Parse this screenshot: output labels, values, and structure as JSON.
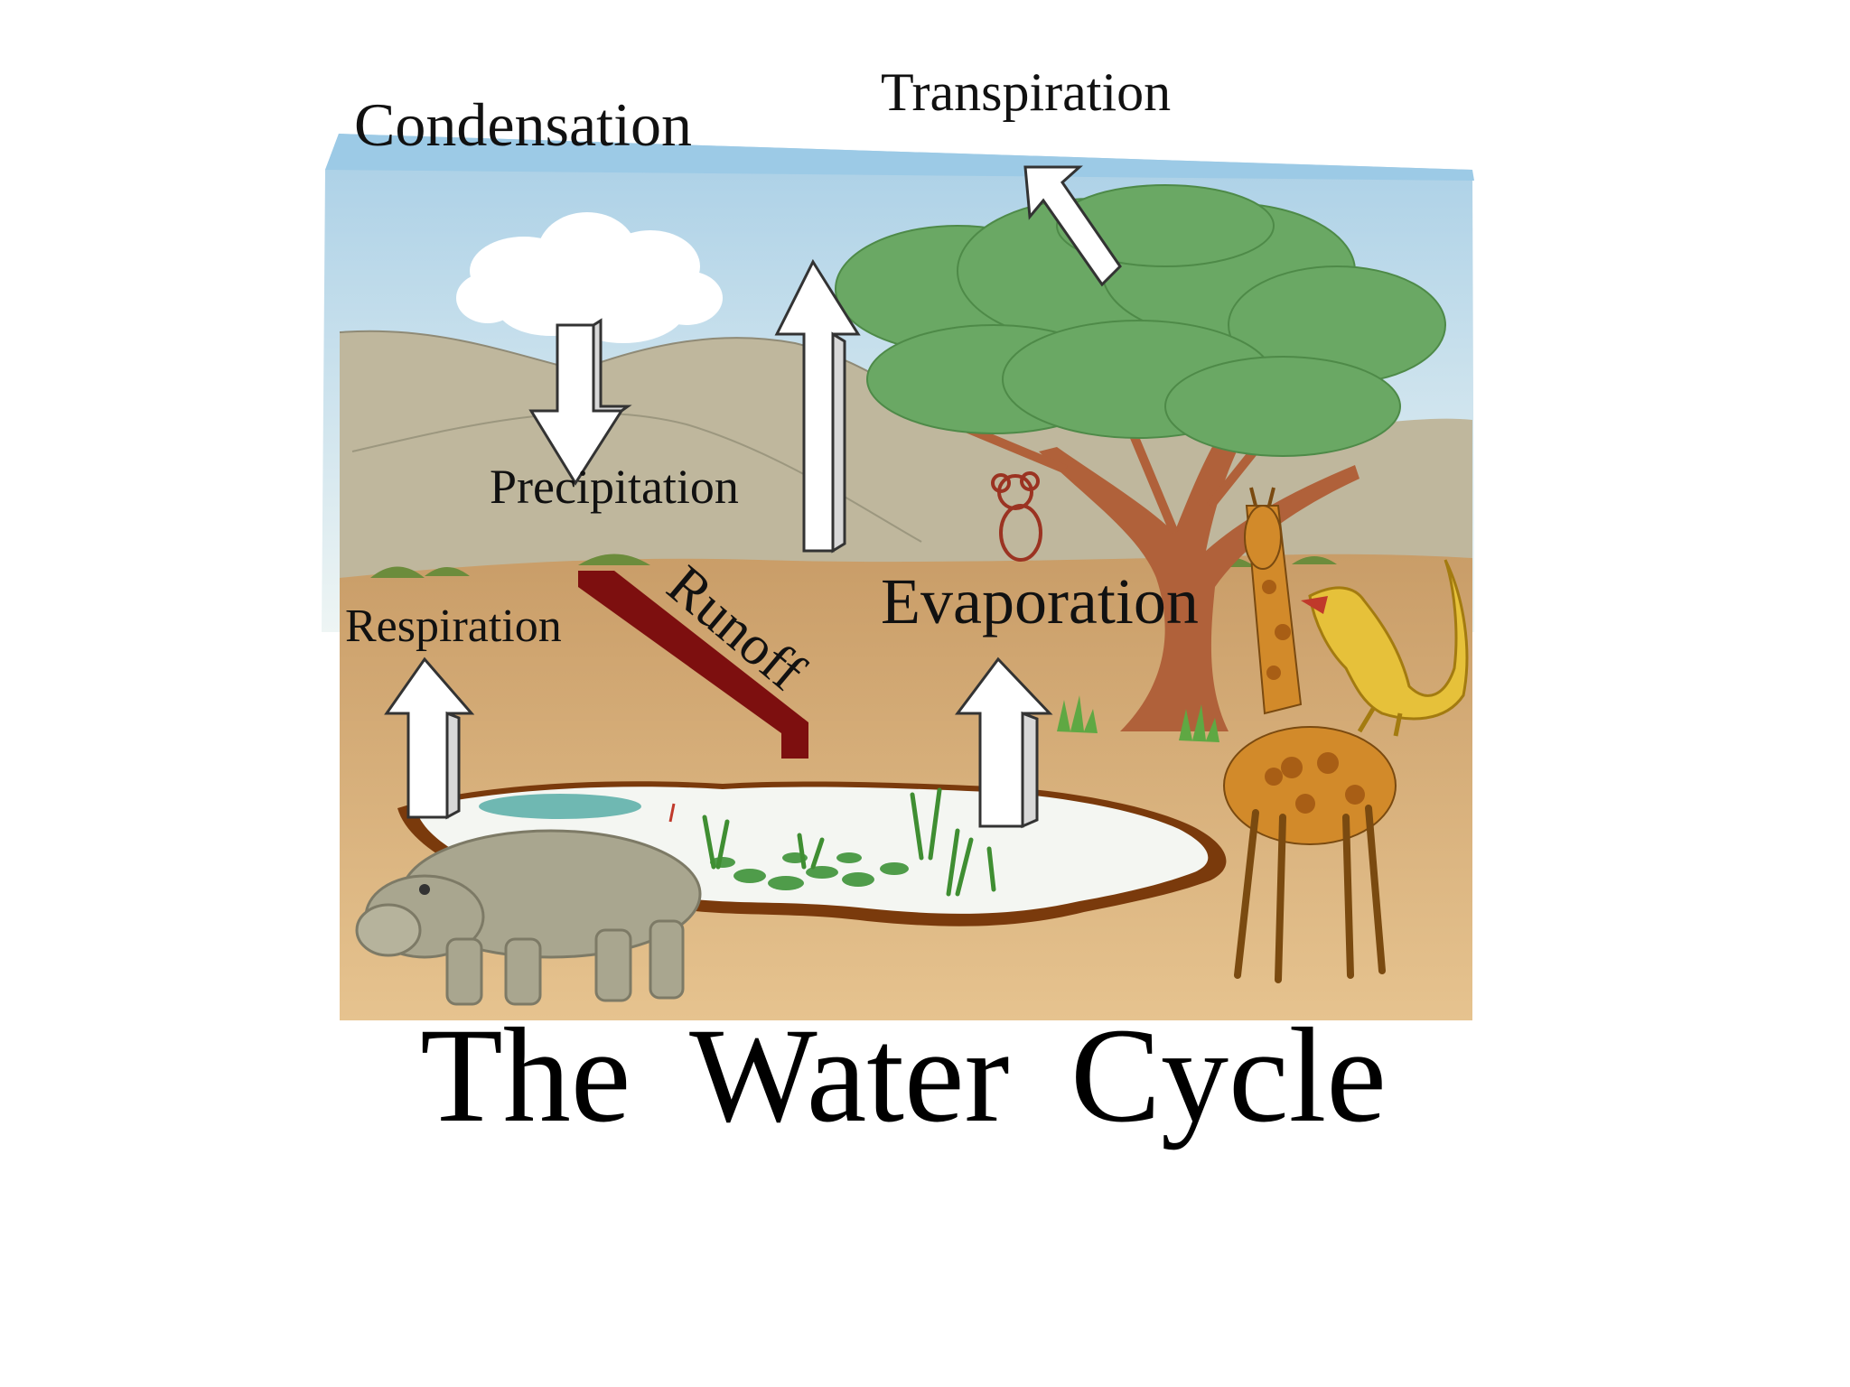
{
  "title": "The Water Cycle",
  "labels": {
    "condensation": "Condensation",
    "transpiration": "Transpiration",
    "precipitation": "Precipitation",
    "respiration": "Respiration",
    "runoff": "Runoff",
    "evaporation": "Evaporation"
  },
  "colors": {
    "sky": "#cfe4ee",
    "hills": "#bfb79d",
    "ground": "#d7ae78",
    "pond": "#f4f6f2",
    "pond_edge": "#7a3a0c",
    "runoff": "#7d0f0f",
    "tree_leaves": "#6aa864",
    "tree_trunk": "#b0613a",
    "arrow_fill": "#ffffff",
    "arrow_stroke": "#333333"
  }
}
